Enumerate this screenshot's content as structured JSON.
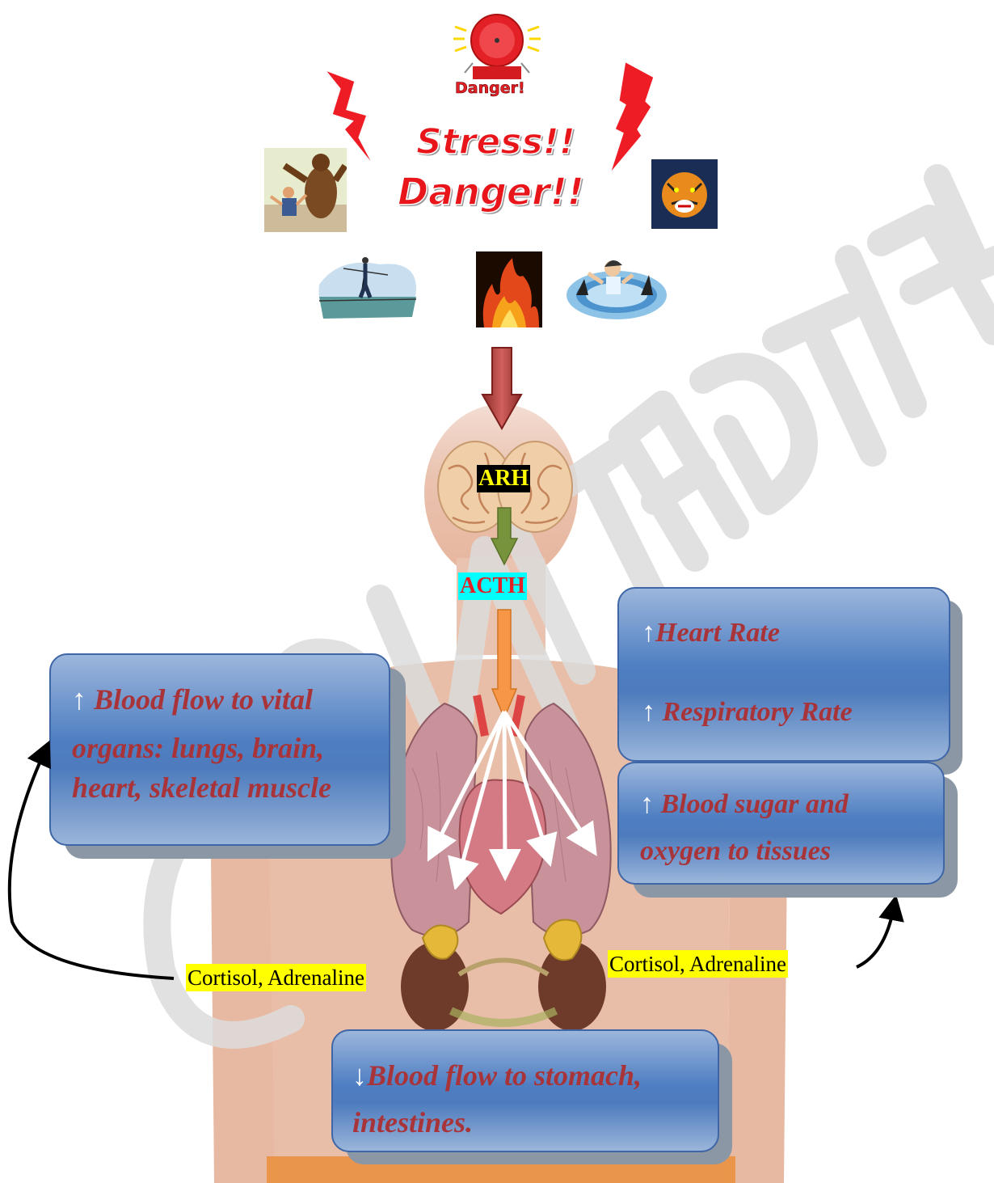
{
  "bell": {
    "label": "Danger!"
  },
  "headline": {
    "line1": "Stress!!",
    "line2": "Danger!!"
  },
  "hormones": {
    "brain_label": "ARH",
    "pituitary_label": "ACTH"
  },
  "boxes": {
    "vital": {
      "arrow": "↑",
      "line1": " Blood flow to vital",
      "line2": "organs: lungs, brain,",
      "line3": "heart, skeletal muscle"
    },
    "heart": {
      "arrow1": "↑",
      "line1": "Heart Rate",
      "arrow2": "↑",
      "line2": " Respiratory Rate"
    },
    "sugar": {
      "arrow": "↑",
      "line1": " Blood sugar and",
      "line2": "oxygen to tissues"
    },
    "stomach": {
      "arrow": "↓",
      "line1": "Blood flow to stomach,",
      "line2": "intestines."
    }
  },
  "labels": {
    "left": "Cortisol, Adrenaline",
    "right": "Cortisol, Adrenaline"
  },
  "icons": [
    "alarm-bell-icon",
    "lightning-icon",
    "bear-attack-icon",
    "tiger-icon",
    "tightrope-icon",
    "fire-icon",
    "shark-swimmer-icon",
    "brain-icon",
    "lungs-heart-icon",
    "kidney-icon"
  ],
  "colors": {
    "arrow_red": "#c0504d",
    "arrow_green": "#77933c",
    "arrow_orange": "#f79646",
    "highlight": "#ffff00",
    "acth_bg": "#00ffff",
    "text_red": "#a8343a",
    "box_blue": "#4f7fc2"
  }
}
